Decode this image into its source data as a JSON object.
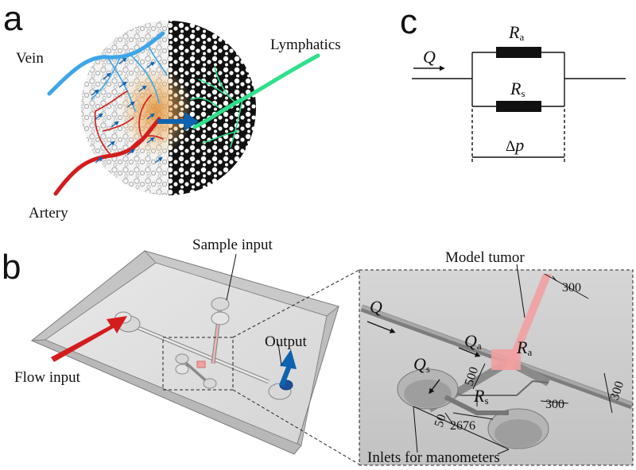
{
  "panels": {
    "a": "a",
    "b": "b",
    "c": "c"
  },
  "panel_a": {
    "vein": "Vein",
    "artery": "Artery",
    "lymphatics": "Lymphatics"
  },
  "panel_b": {
    "sample_input": "Sample input",
    "flow_input": "Flow input",
    "output": "Output",
    "model_tumor": "Model tumor",
    "inlets": "Inlets for manometers",
    "Q": "Q",
    "Qa_main": "Q",
    "Qa_sub": "a",
    "Qs_main": "Q",
    "Qs_sub": "s",
    "Ra_main": "R",
    "Ra_sub": "a",
    "Rs_main": "R",
    "Rs_sub": "s",
    "dim_300_top": "300",
    "dim_300_right": "300",
    "dim_300_mid": "300",
    "dim_500": "500",
    "dim_50": "50",
    "dim_2676": "2676"
  },
  "panel_c": {
    "Q": "Q",
    "Ra_main": "R",
    "Ra_sub": "a",
    "Rs_main": "R",
    "Rs_sub": "s",
    "dp_delta": "Δ",
    "dp_p": "p"
  },
  "colors": {
    "vein": "#3ea6e8",
    "artery": "#d41c1c",
    "lymph": "#2ee08a",
    "flow_arrow": "#0e63b0",
    "tumor": "#f2a0a0"
  }
}
